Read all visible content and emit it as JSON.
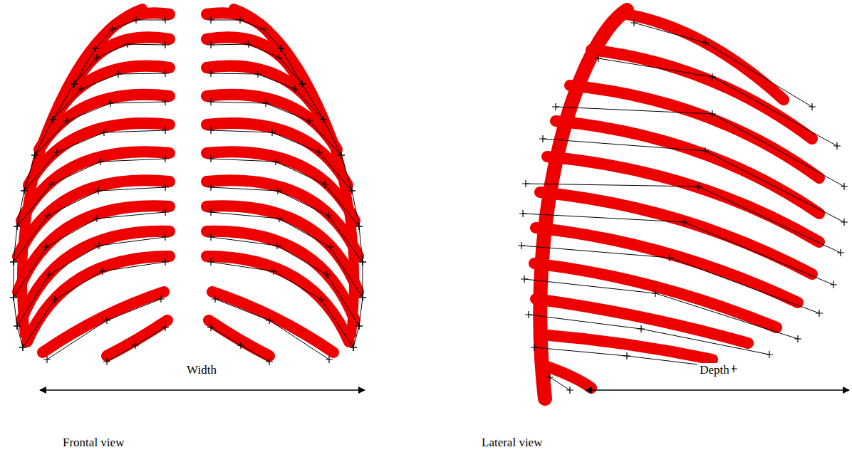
{
  "diagram": {
    "labels": [
      "Width",
      "Depth",
      "Frontal view",
      "Lateral view"
    ]
  }
}
